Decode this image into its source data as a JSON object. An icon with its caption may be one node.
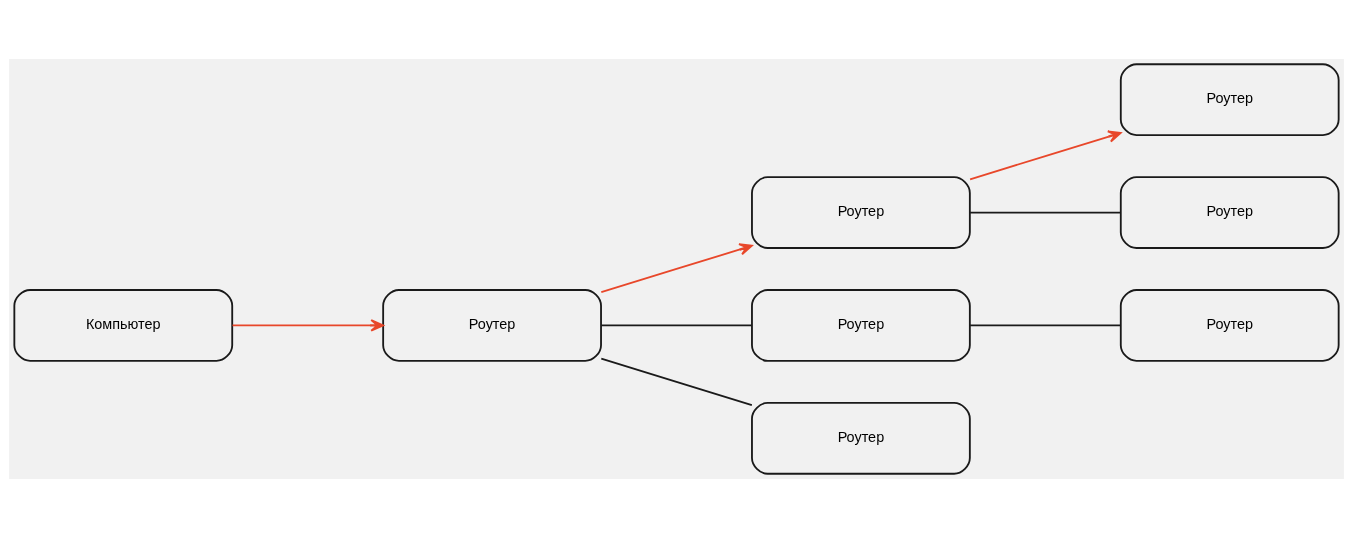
{
  "diagram": {
    "nodes": [
      {
        "text": [
          "Компьютер"
        ]
      },
      {
        "text": [
          "Роутер"
        ]
      },
      {
        "text": [
          "Роутер"
        ]
      },
      {
        "text": [
          "Роутер"
        ]
      },
      {
        "text": [
          "Роутер"
        ]
      },
      {
        "text": [
          "Роутер"
        ]
      },
      {
        "text": [
          "Роутер"
        ]
      },
      {
        "text": [
          "Роутер"
        ]
      }
    ],
    "edges": [
      {
        "from": 0,
        "to": 1,
        "arrow": "to",
        "color": "#e8472a"
      },
      {
        "from": 1,
        "to": 2,
        "arrow": "to",
        "color": "#e8472a"
      },
      {
        "from": 1,
        "to": 3,
        "arrow": "none"
      },
      {
        "from": 1,
        "to": 4,
        "arrow": "none"
      },
      {
        "from": 2,
        "to": 5,
        "arrow": "to",
        "color": "#e8472a"
      },
      {
        "from": 2,
        "to": 6,
        "arrow": "none"
      },
      {
        "from": 3,
        "to": 7,
        "arrow": "none"
      }
    ]
  }
}
